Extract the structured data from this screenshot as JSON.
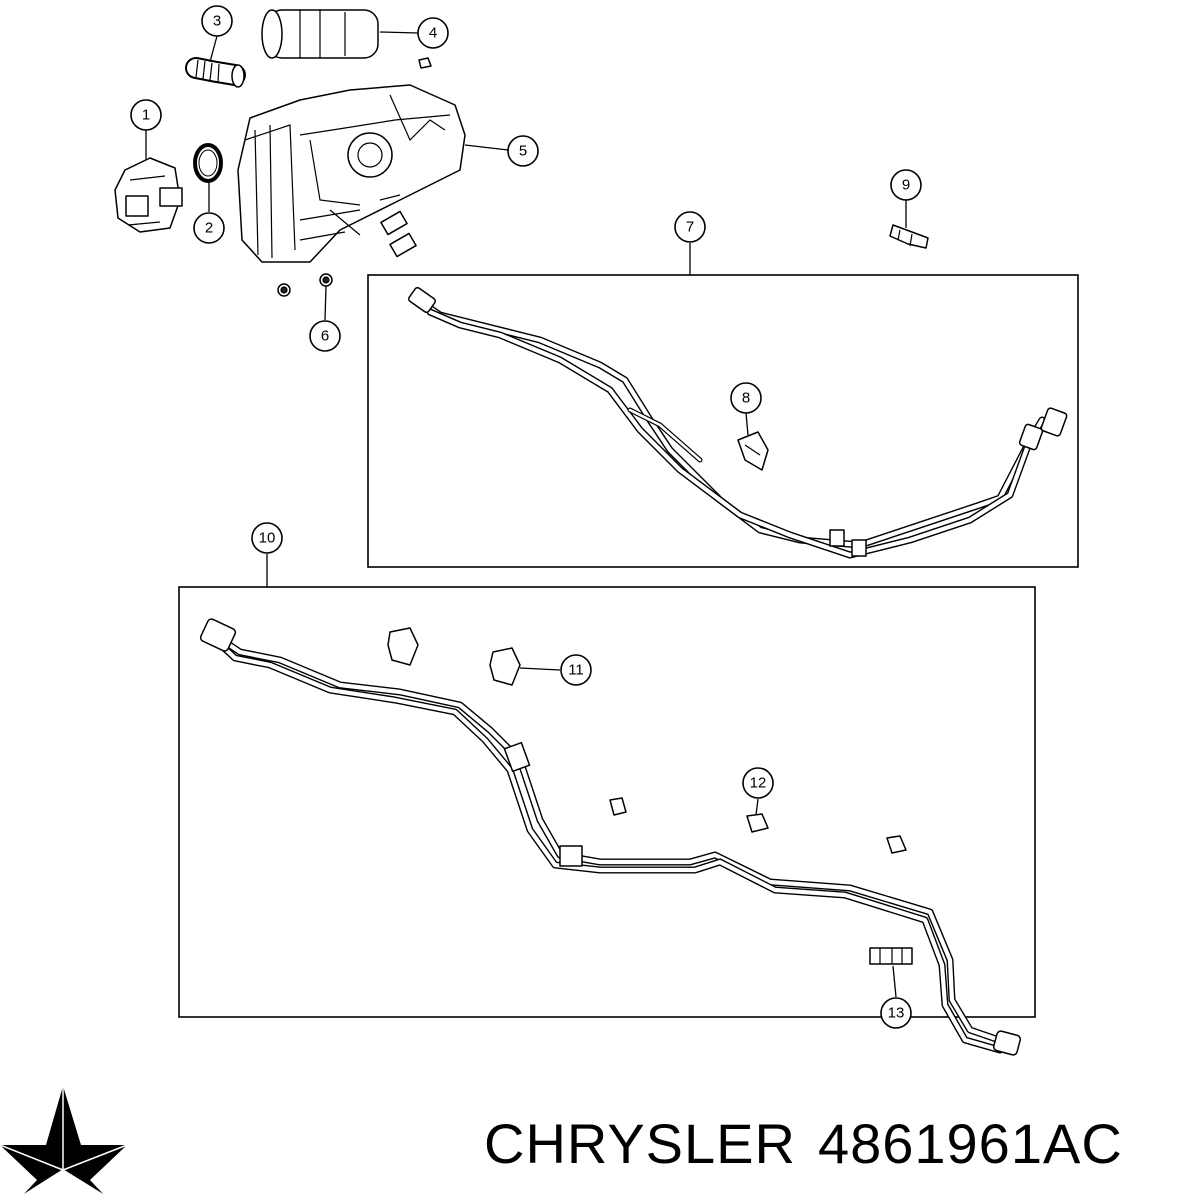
{
  "callouts": [
    "1",
    "2",
    "3",
    "4",
    "5",
    "6",
    "7",
    "8",
    "9",
    "10",
    "11",
    "12",
    "13"
  ],
  "brand": {
    "name": "CHRYSLER",
    "part_number": "4861961AC",
    "logo_icon": "chrysler-pentastar-icon"
  },
  "colors": {
    "line": "#000000",
    "background": "#ffffff"
  }
}
